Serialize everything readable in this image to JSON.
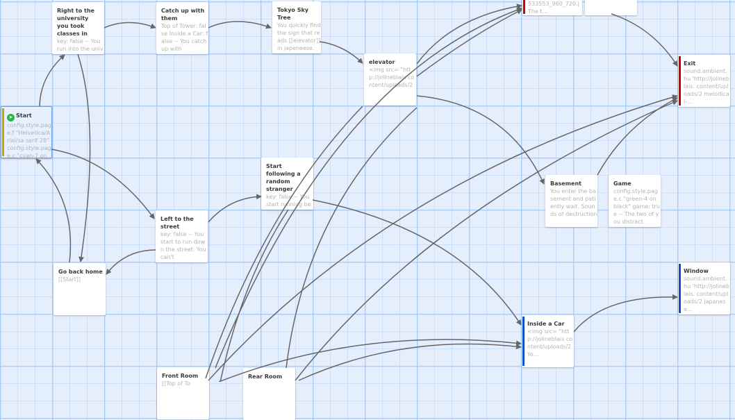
{
  "passages": {
    "right_university": {
      "title": "Right to the university you took classes in",
      "excerpt": "key: false -- You run into the university you"
    },
    "catch_up": {
      "title": "Catch up with them",
      "excerpt": "Top of Tower: false Inside a Car: false -- You catch up with"
    },
    "tokyo_sky_tree": {
      "title": "Tokyo Sky Tree",
      "excerpt": "You quickly find the sign that reads [[elevator]] in japeneese."
    },
    "elevator": {
      "title": "elevator",
      "excerpt": "<img src= \"http://jolineblais content/uploads/2"
    },
    "top_partial_1": {
      "title": "",
      "excerpt": "533553_960_720.j\nThe t…"
    },
    "top_partial_2": {
      "title": "",
      "excerpt": ""
    },
    "exit": {
      "title": "Exit",
      "excerpt": "sound.ambient.hu 'http://jolineblais. content/uploads/2 melodical-…"
    },
    "start": {
      "title": "Start",
      "excerpt": "config.style.page.f \"Helvetica/Arial/sa serif 28\" config.style.page.c \"cyan-7 on"
    },
    "left_street": {
      "title": "Left to the street",
      "excerpt": "key: false -- You start to run down the street. You can't"
    },
    "start_following": {
      "title": "Start following a random stranger",
      "excerpt": "key: false -- You start running behind a"
    },
    "basement": {
      "title": "Basement",
      "excerpt": "You enter the basement and patiently wait. Sounds of destruction"
    },
    "game": {
      "title": "Game",
      "excerpt": "config.style.page.c \"green-4 on black\" game: true -- The two of you distract"
    },
    "go_back_home": {
      "title": "Go back home",
      "excerpt": "[[Start]]"
    },
    "window": {
      "title": "Window",
      "excerpt": "sound.ambient.hu 'http://jolineblais. content/uploads/2 japanese…"
    },
    "inside_car": {
      "title": "Inside a Car",
      "excerpt": "<img src= \"http://jolineblais content/uploads/2 Yo…"
    },
    "front_room": {
      "title": "Front Room",
      "excerpt": "[[Top of To"
    },
    "rear_room": {
      "title": "Rear Room",
      "excerpt": ""
    }
  },
  "colors": {
    "tag_red": "#cc0000",
    "tag_blue": "#0a4fc9",
    "tag_yellow": "#c9a100",
    "start_green": "#2bb44a",
    "link": "#666666"
  },
  "icons": {
    "start": "rocket-icon"
  }
}
